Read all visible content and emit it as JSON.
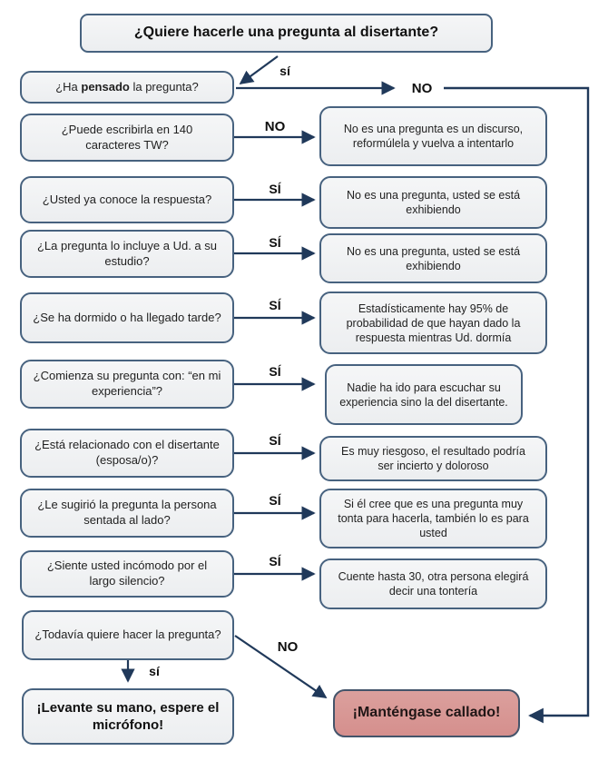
{
  "diagram_type": "flowchart",
  "language": "es",
  "colors": {
    "box_fill": "#f1f2f3",
    "box_border": "#47627f",
    "final_no_fill": "#d99694",
    "final_no_border": "#44546a",
    "arrow": "#20395a",
    "text": "#1f1f1f"
  },
  "title": "¿Quiere hacerle una pregunta al disertante?",
  "start": {
    "yes_label": "sí",
    "no_label": "NO"
  },
  "q1": {
    "pre": "¿Ha ",
    "bold": "pensado",
    "post": " la pregunta?"
  },
  "rows": [
    {
      "question": "¿Puede escribirla en 140 caracteres TW?",
      "label": "NO",
      "answer": "No es una pregunta es un discurso, reformúlela y vuelva a intentarlo"
    },
    {
      "question": "¿Usted ya conoce la respuesta?",
      "label": "SÍ",
      "answer": "No es una pregunta, usted se está exhibiendo"
    },
    {
      "question": "¿La pregunta lo incluye a Ud. a su estudio?",
      "label": "SÍ",
      "answer": "No es una pregunta, usted se está exhibiendo"
    },
    {
      "question": "¿Se ha dormido o ha llegado tarde?",
      "label": "SÍ",
      "answer": "Estadísticamente hay 95% de probabilidad de que hayan dado la respuesta mientras Ud. dormía"
    },
    {
      "question": "¿Comienza su pregunta con: “en mi experiencia”?",
      "label": "SÍ",
      "answer": "Nadie ha ido para escuchar su experiencia sino la del disertante."
    },
    {
      "question": "¿Está relacionado con el disertante (esposa/o)?",
      "label": "SÍ",
      "answer": "Es muy riesgoso, el resultado podría ser incierto y doloroso"
    },
    {
      "question": "¿Le sugirió la pregunta la persona sentada al lado?",
      "label": "SÍ",
      "answer": "Si él cree que es una pregunta muy tonta para hacerla, también lo es para usted"
    },
    {
      "question": "¿Siente usted incómodo por el largo silencio?",
      "label": "SÍ",
      "answer": "Cuente hasta 30, otra persona elegirá decir una tontería"
    }
  ],
  "last": {
    "question": "¿Todavía quiere hacer la pregunta?",
    "yes_label": "sí",
    "no_label": "NO"
  },
  "final_yes": "¡Levante su mano, espere el micrófono!",
  "final_no": "¡Manténgase callado!"
}
